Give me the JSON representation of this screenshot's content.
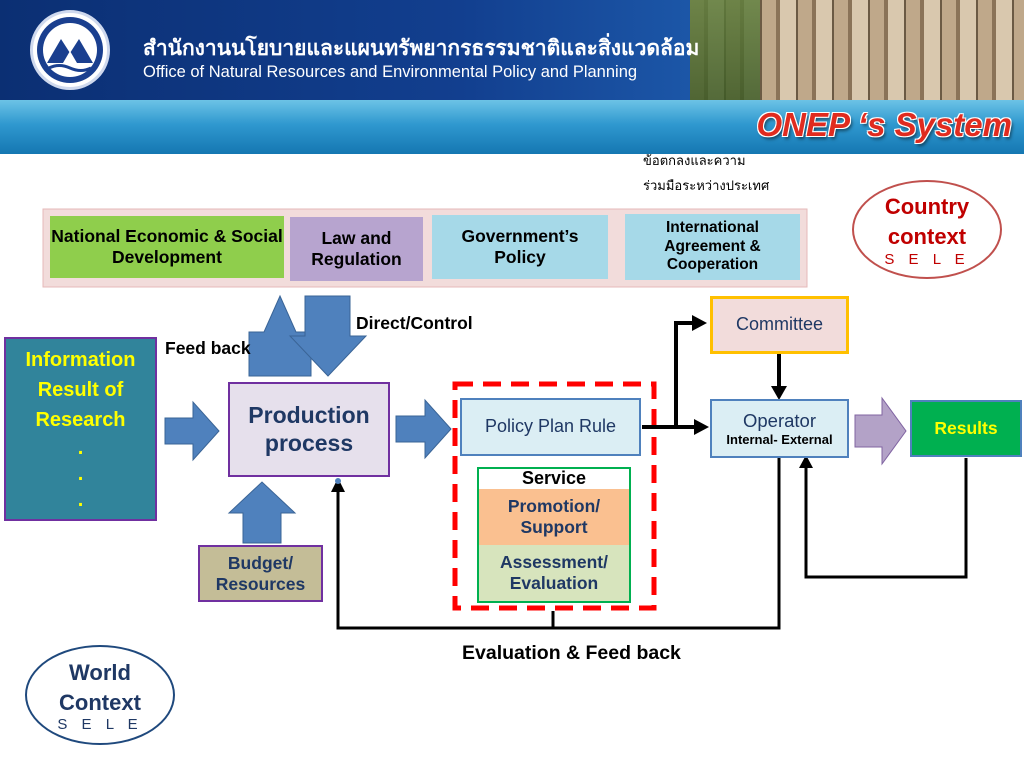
{
  "header": {
    "thai_title": "สำนักงานนโยบายและแผนทรัพยากรธรรมชาติและสิ่งแวดล้อม",
    "english_title": "Office of Natural Resources and Environmental Policy and Planning"
  },
  "slide_title": "ONEP ‘s System",
  "thai_note": {
    "line1": "ข้อตกลงและความ",
    "line2": "ร่วมมือระหว่างประเทศ"
  },
  "country_context": {
    "line1": "Country",
    "line2": "context",
    "sub": "S E L E"
  },
  "world_context": {
    "line1": "World",
    "line2": "Context",
    "sub": "S E L E"
  },
  "top_boxes": [
    {
      "label": "National Economic & Social Development",
      "color": "#8fce4c"
    },
    {
      "label": "Law and Regulation",
      "color": "#b7a4cf"
    },
    {
      "label": "Government’s Policy",
      "color": "#a6d9e8"
    },
    {
      "label": "International Agreement & Cooperation",
      "color": "#a6d9e8"
    }
  ],
  "information": {
    "line1": "Information",
    "line2": "Result of",
    "line3": "Research",
    "dots": [
      ".",
      ".",
      "."
    ]
  },
  "labels": {
    "feed_back": "Feed back",
    "direct_control": "Direct/Control",
    "evaluation_feedback": "Evaluation & Feed back"
  },
  "production_process": "Production process",
  "budget_resources": "Budget/ Resources",
  "policy_plan_rule": "Policy Plan Rule",
  "service": {
    "title": "Service",
    "promotion": "Promotion/ Support",
    "assessment": "Assessment/ Evaluation"
  },
  "committee": "Committee",
  "operator": {
    "title": "Operator",
    "sub": "Internal- External"
  },
  "results": "Results",
  "colors": {
    "header_blue": "#123f8f",
    "title_red": "#e02b1f",
    "arrow_blue": "#4f81bd",
    "arrow_purple": "#b3a2c7",
    "information_fill": "#31849b",
    "information_text": "#ffff00",
    "results_fill": "#00b050",
    "dashed_red": "#ff0000"
  }
}
